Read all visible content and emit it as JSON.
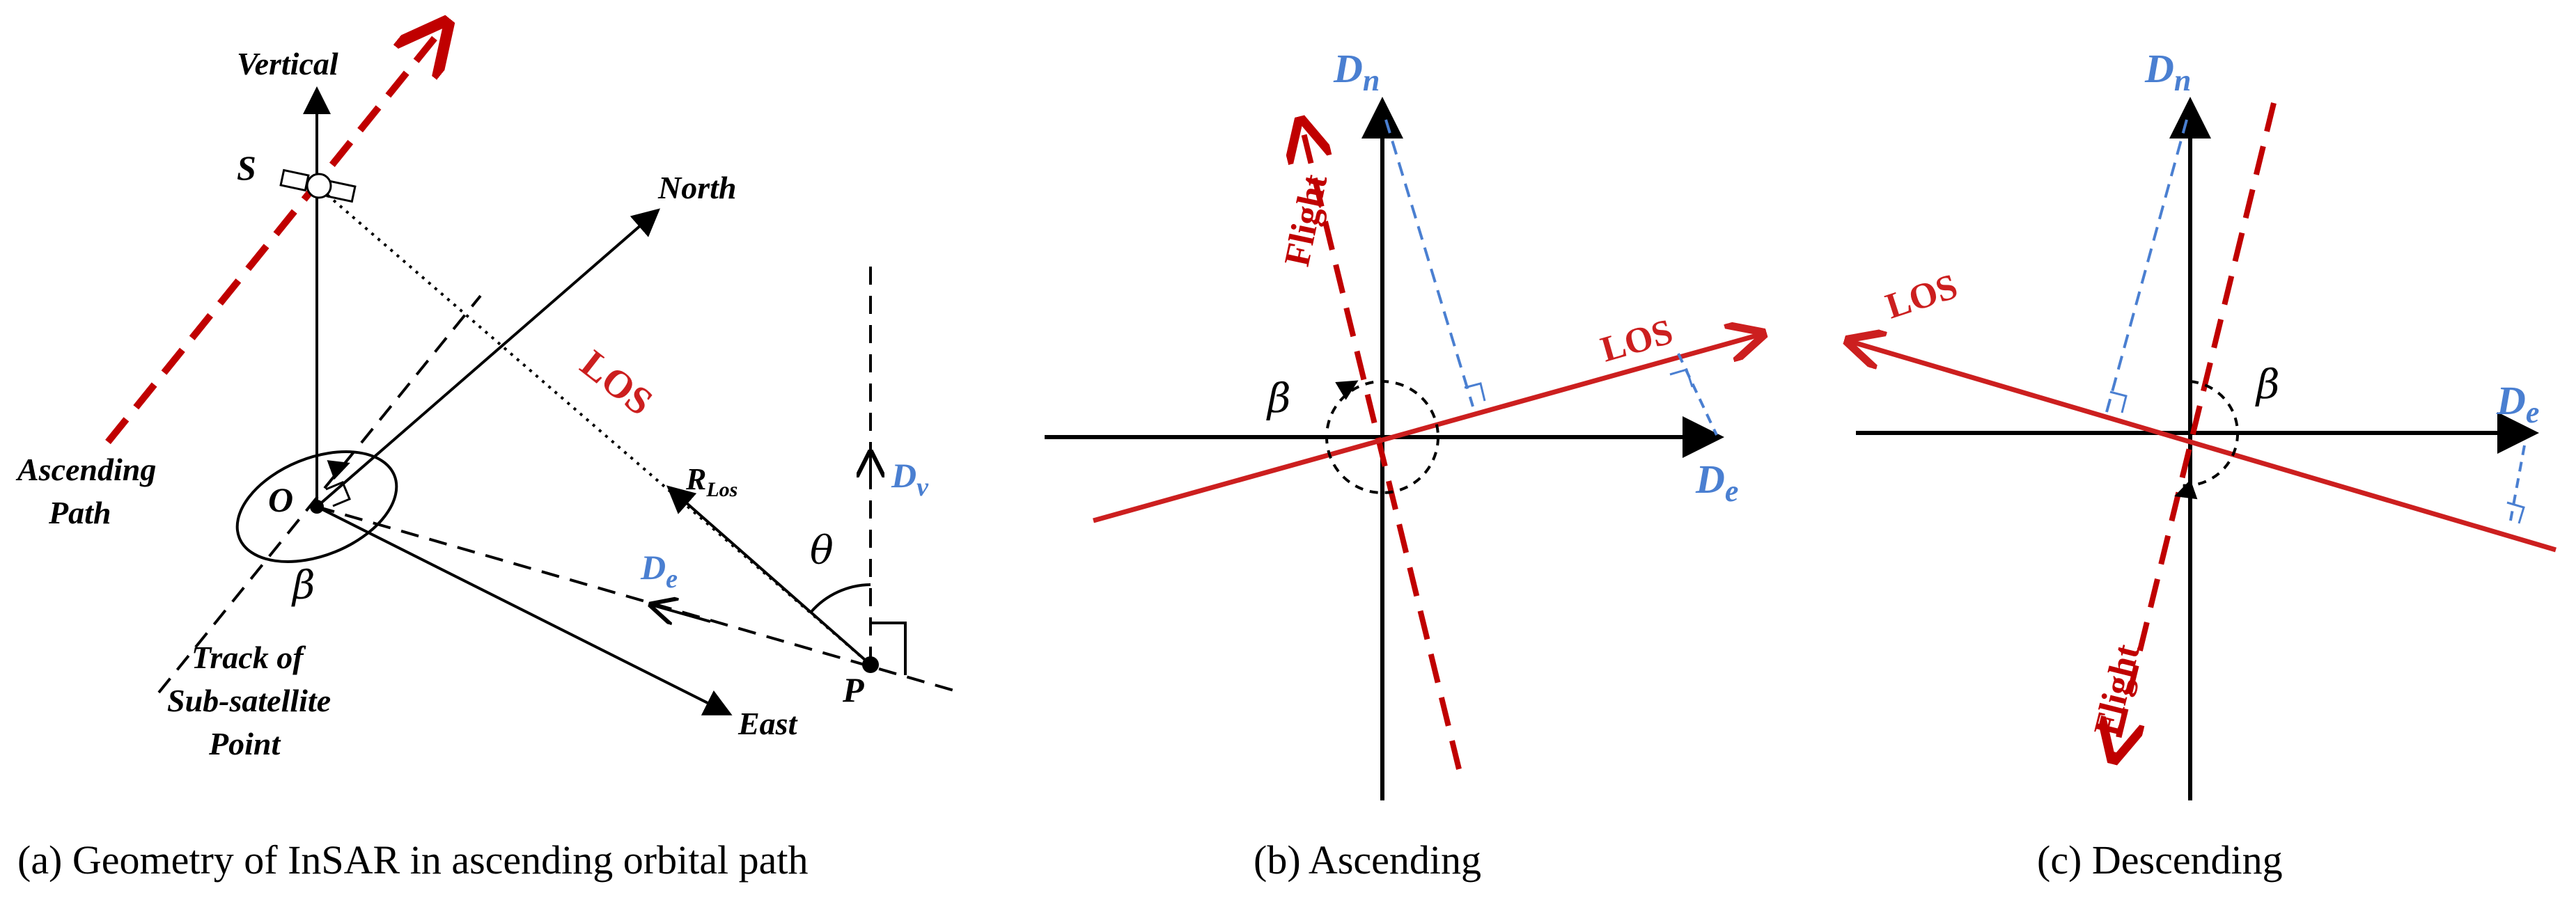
{
  "panel_a": {
    "vertical": "Vertical",
    "satellite": "S",
    "north": "North",
    "ascending_path_1": "Ascending",
    "ascending_path_2": "Path",
    "los": "LOS",
    "origin": "O",
    "r_los_main": "R",
    "r_los_sub": "Los",
    "d_v_main": "D",
    "d_v_sub": "v",
    "theta": "θ",
    "d_e_main": "D",
    "d_e_sub": "e",
    "beta": "β",
    "track_1": "Track of",
    "track_2": "Sub-satellite",
    "track_3": "Point",
    "point_p": "P",
    "east": "East",
    "caption": "(a) Geometry of InSAR in ascending orbital path"
  },
  "panel_b": {
    "d_n_main": "D",
    "d_n_sub": "n",
    "flight": "Flight",
    "los": "LOS",
    "beta": "β",
    "d_e_main": "D",
    "d_e_sub": "e",
    "caption": "(b) Ascending"
  },
  "panel_c": {
    "d_n_main": "D",
    "d_n_sub": "n",
    "los": "LOS",
    "beta": "β",
    "d_e_main": "D",
    "d_e_sub": "e",
    "flight": "Flight",
    "caption": "(c) Descending"
  },
  "colors": {
    "axis": "#000000",
    "flight_red": "#c00000",
    "los_red": "#cc1f1f",
    "component_blue": "#4a7fd1"
  }
}
